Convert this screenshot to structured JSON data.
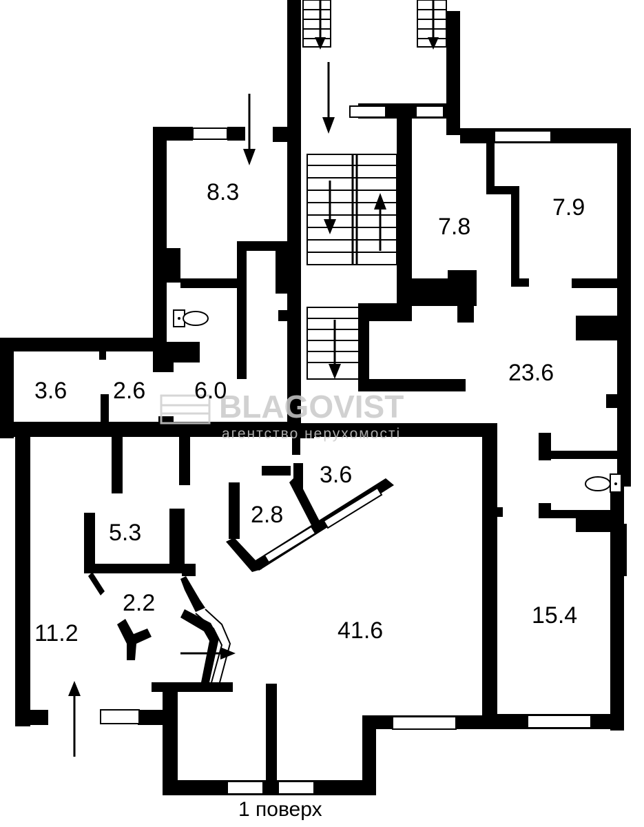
{
  "rooms": [
    {
      "id": "r1",
      "label": "8.3"
    },
    {
      "id": "r2",
      "label": "7.8"
    },
    {
      "id": "r3",
      "label": "7.9"
    },
    {
      "id": "r4",
      "label": "23.6"
    },
    {
      "id": "r5",
      "label": "3.6"
    },
    {
      "id": "r6",
      "label": "2.6"
    },
    {
      "id": "r7",
      "label": "6.0"
    },
    {
      "id": "r8",
      "label": "3.6"
    },
    {
      "id": "r9",
      "label": "2.8"
    },
    {
      "id": "r10",
      "label": "5.3"
    },
    {
      "id": "r11",
      "label": "2.2"
    },
    {
      "id": "r12",
      "label": "11.2"
    },
    {
      "id": "r13",
      "label": "41.6"
    },
    {
      "id": "r14",
      "label": "15.4"
    }
  ],
  "floor_caption": "1 поверх",
  "watermark": {
    "brand": "BLAGOVIST",
    "tagline": "агентство нерухомості"
  }
}
